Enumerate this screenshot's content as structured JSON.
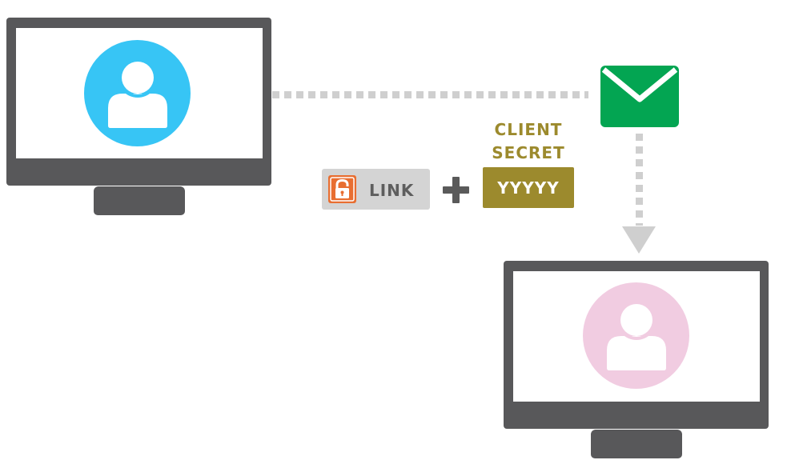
{
  "sender": {
    "role": "sender-computer",
    "avatar_color": "#37c5f5",
    "icon": "user-icon"
  },
  "recipient": {
    "role": "recipient-computer",
    "avatar_color": "#f1cce1",
    "icon": "user-icon"
  },
  "connector": {
    "color": "#cfcfcf",
    "icon": "arrow-down-icon"
  },
  "email": {
    "icon": "envelope-icon",
    "color": "#03a552"
  },
  "link": {
    "label": "LINK",
    "icon": "padlock-icon",
    "icon_color": "#e86e31"
  },
  "operator": {
    "icon": "plus-icon"
  },
  "client_secret": {
    "caption_line1": "CLIENT",
    "caption_line2": "SECRET",
    "value": "YYYYY",
    "color": "#9c8a2d"
  },
  "colors": {
    "monitor": "#58585a",
    "screen": "#ffffff",
    "plus": "#5a5a5a",
    "link_bg": "#d4d4d4",
    "link_text": "#5e5e5e"
  }
}
